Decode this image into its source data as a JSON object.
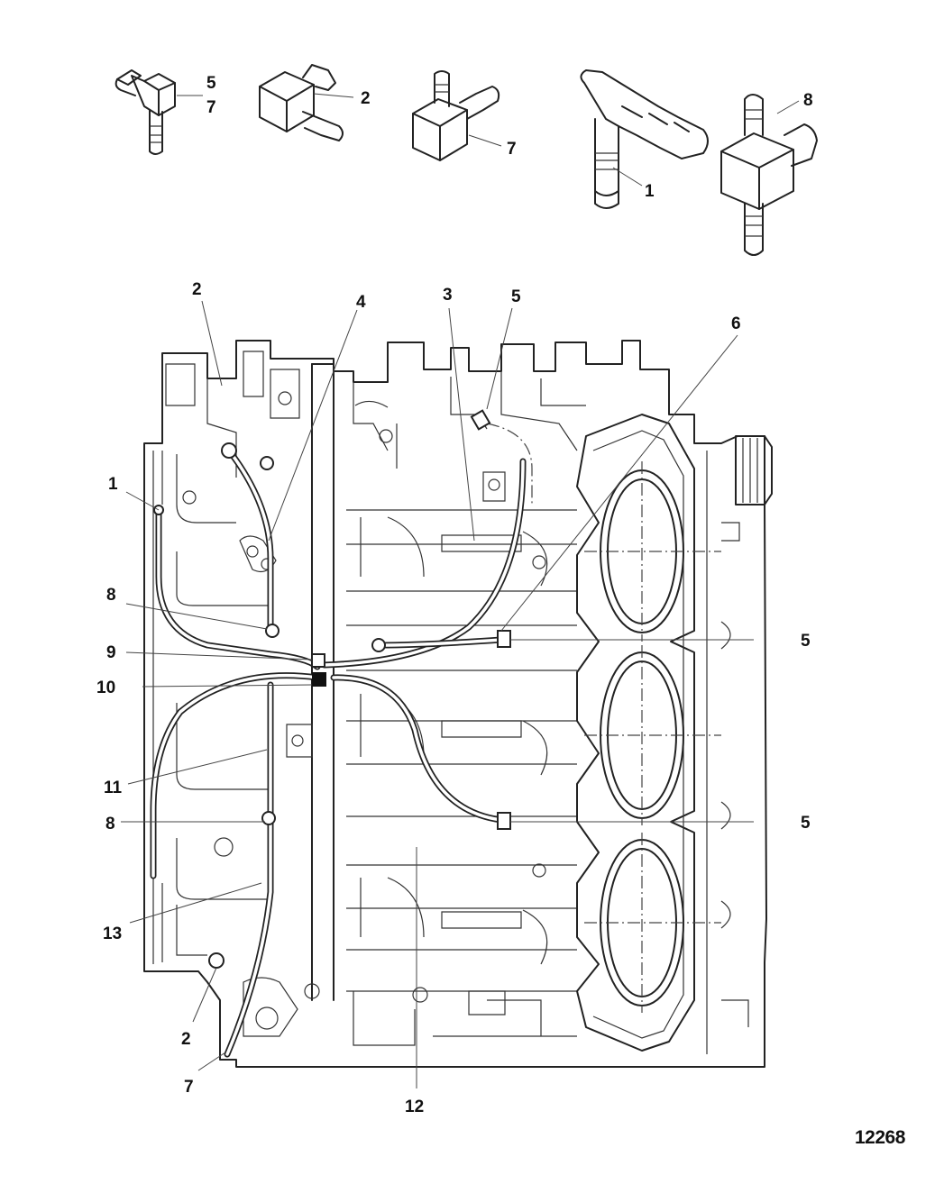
{
  "figure_number": "12268",
  "callouts": {
    "fit_tee_a_5": "5",
    "fit_tee_a_7": "7",
    "fit_tee_b_2": "2",
    "fit_tee_c_7": "7",
    "fit_tee_d_1": "1",
    "fit_tee_e_8": "8",
    "blk_2_top": "2",
    "blk_4": "4",
    "blk_3": "3",
    "blk_5_top": "5",
    "blk_6": "6",
    "blk_1": "1",
    "blk_8_upper": "8",
    "blk_9": "9",
    "blk_10": "10",
    "blk_5_right_upper": "5",
    "blk_11": "11",
    "blk_8_lower": "8",
    "blk_5_right_lower": "5",
    "blk_13": "13",
    "blk_2_bottom": "2",
    "blk_7": "7",
    "blk_12": "12"
  }
}
